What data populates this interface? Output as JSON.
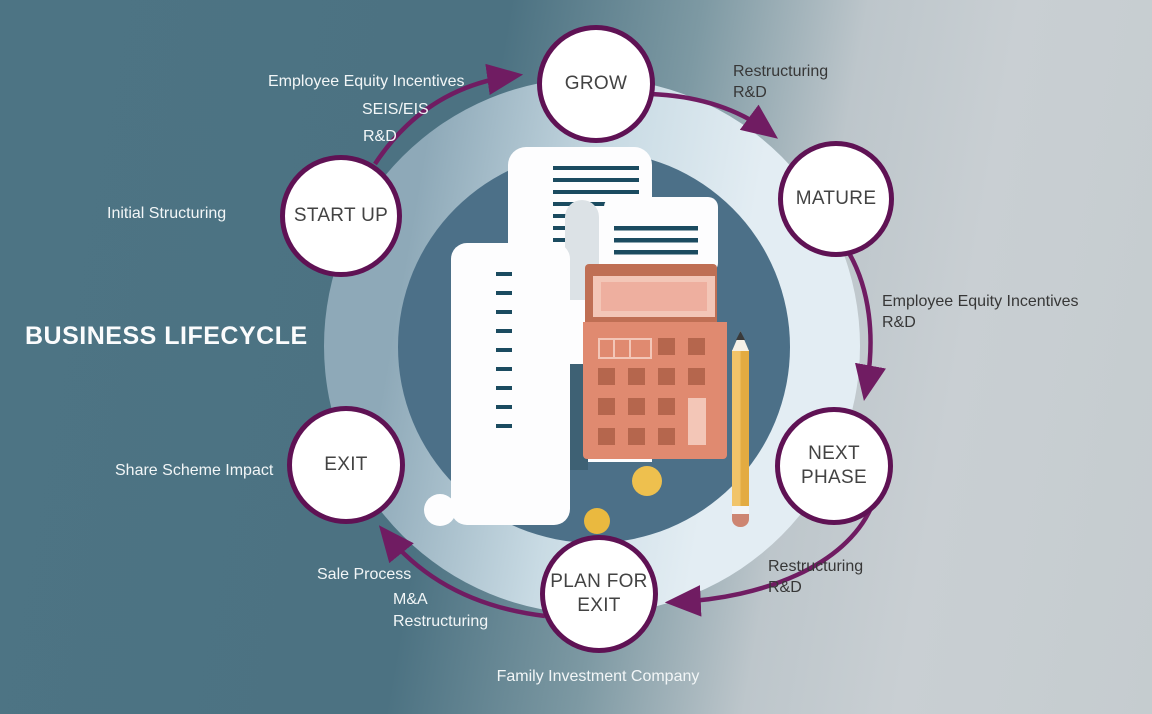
{
  "title": "BUSINESS LIFECYCLE",
  "nodes": {
    "start_up": "START UP",
    "grow": "GROW",
    "mature": "MATURE",
    "next_phase_line1": "NEXT",
    "next_phase_line2": "PHASE",
    "plan_for_exit_line1": "PLAN FOR",
    "plan_for_exit_line2": "EXIT",
    "exit": "EXIT"
  },
  "annotations": {
    "startup_to_grow_line1": "Employee Equity Incentives",
    "startup_to_grow_line2": "SEIS/EIS",
    "startup_to_grow_line3": "R&D",
    "grow_to_mature_line1": "Restructuring",
    "grow_to_mature_line2": "R&D",
    "startup_left": "Initial Structuring",
    "mature_to_next_line1": "Employee Equity Incentives",
    "mature_to_next_line2": "R&D",
    "exit_left": "Share Scheme Impact",
    "next_to_plan_line1": "Restructuring",
    "next_to_plan_line2": "R&D",
    "plan_to_exit_line1": "Sale Process",
    "plan_to_exit_line2": "M&A",
    "plan_to_exit_line3": "Restructuring",
    "plan_bottom": "Family Investment Company"
  },
  "colors": {
    "arrow_purple": "#701c62",
    "node_border": "#5f1254",
    "node_text": "#434343",
    "label_light": "#f2f6f7",
    "label_dark": "#373737",
    "bg_dark": "#4c7383",
    "bg_light": "#c7ced2",
    "inner_circle": "#4c7088",
    "ring_light": "#dfeaf0",
    "calculator_body": "#e08a70",
    "calculator_head": "#bf6f54",
    "calculator_screen": "#eeaf9f",
    "button_dark": "#b5664d",
    "receipt_line_teal": "#1b4b60",
    "coin_gold": "#eec04e",
    "pencil_yellow": "#eab64e"
  }
}
